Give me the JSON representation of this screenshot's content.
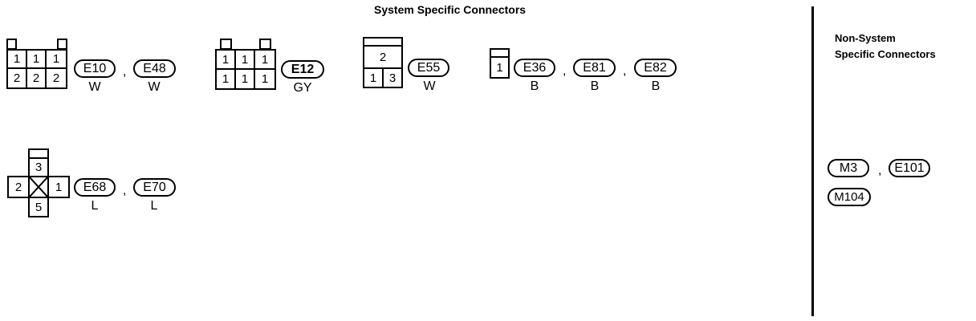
{
  "titles": {
    "system": "System Specific Connectors",
    "non_system_line1": "Non-System",
    "non_system_line2": "Specific Connectors"
  },
  "connectors": {
    "c1": {
      "pins_top": [
        "1",
        "1",
        "1"
      ],
      "pins_bottom": [
        "2",
        "2",
        "2"
      ],
      "ids": [
        "E10",
        "E48"
      ],
      "colors": [
        "W",
        "W"
      ]
    },
    "c2": {
      "pins_top": [
        "1",
        "1",
        "1"
      ],
      "pins_bottom": [
        "1",
        "1",
        "1"
      ],
      "ids": [
        "E12"
      ],
      "colors": [
        "GY"
      ]
    },
    "c3": {
      "pins_top": [
        "2"
      ],
      "pins_bottom": [
        "1",
        "3"
      ],
      "ids": [
        "E55"
      ],
      "colors": [
        "W"
      ]
    },
    "c4": {
      "pins": [
        "1"
      ],
      "ids": [
        "E36",
        "E81",
        "E82"
      ],
      "colors": [
        "B",
        "B",
        "B"
      ]
    },
    "c5": {
      "pin_top": "3",
      "pin_left": "2",
      "pin_right": "1",
      "pin_bottom": "5",
      "ids": [
        "E68",
        "E70"
      ],
      "colors": [
        "L",
        "L"
      ]
    }
  },
  "separator": ",",
  "non_system": {
    "ids": [
      "M3",
      "E101",
      "M104"
    ]
  }
}
